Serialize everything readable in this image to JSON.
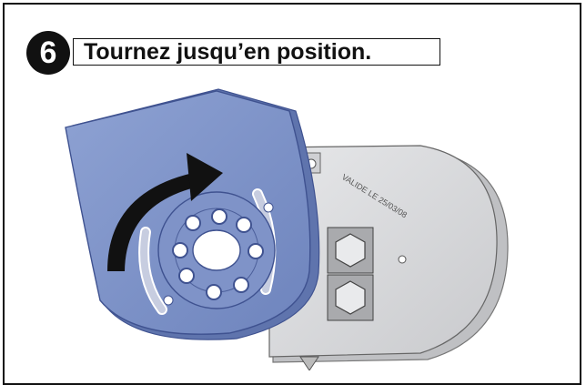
{
  "step": {
    "number": "6",
    "title": "Tournez jusqu’en position."
  },
  "illustration": {
    "engraving": "VALIDE LE 25/03/08",
    "colors": {
      "bracket": "#7d92c7",
      "plate": "#d9dadc",
      "arrow": "#111111"
    },
    "arrow_direction": "clockwise"
  }
}
